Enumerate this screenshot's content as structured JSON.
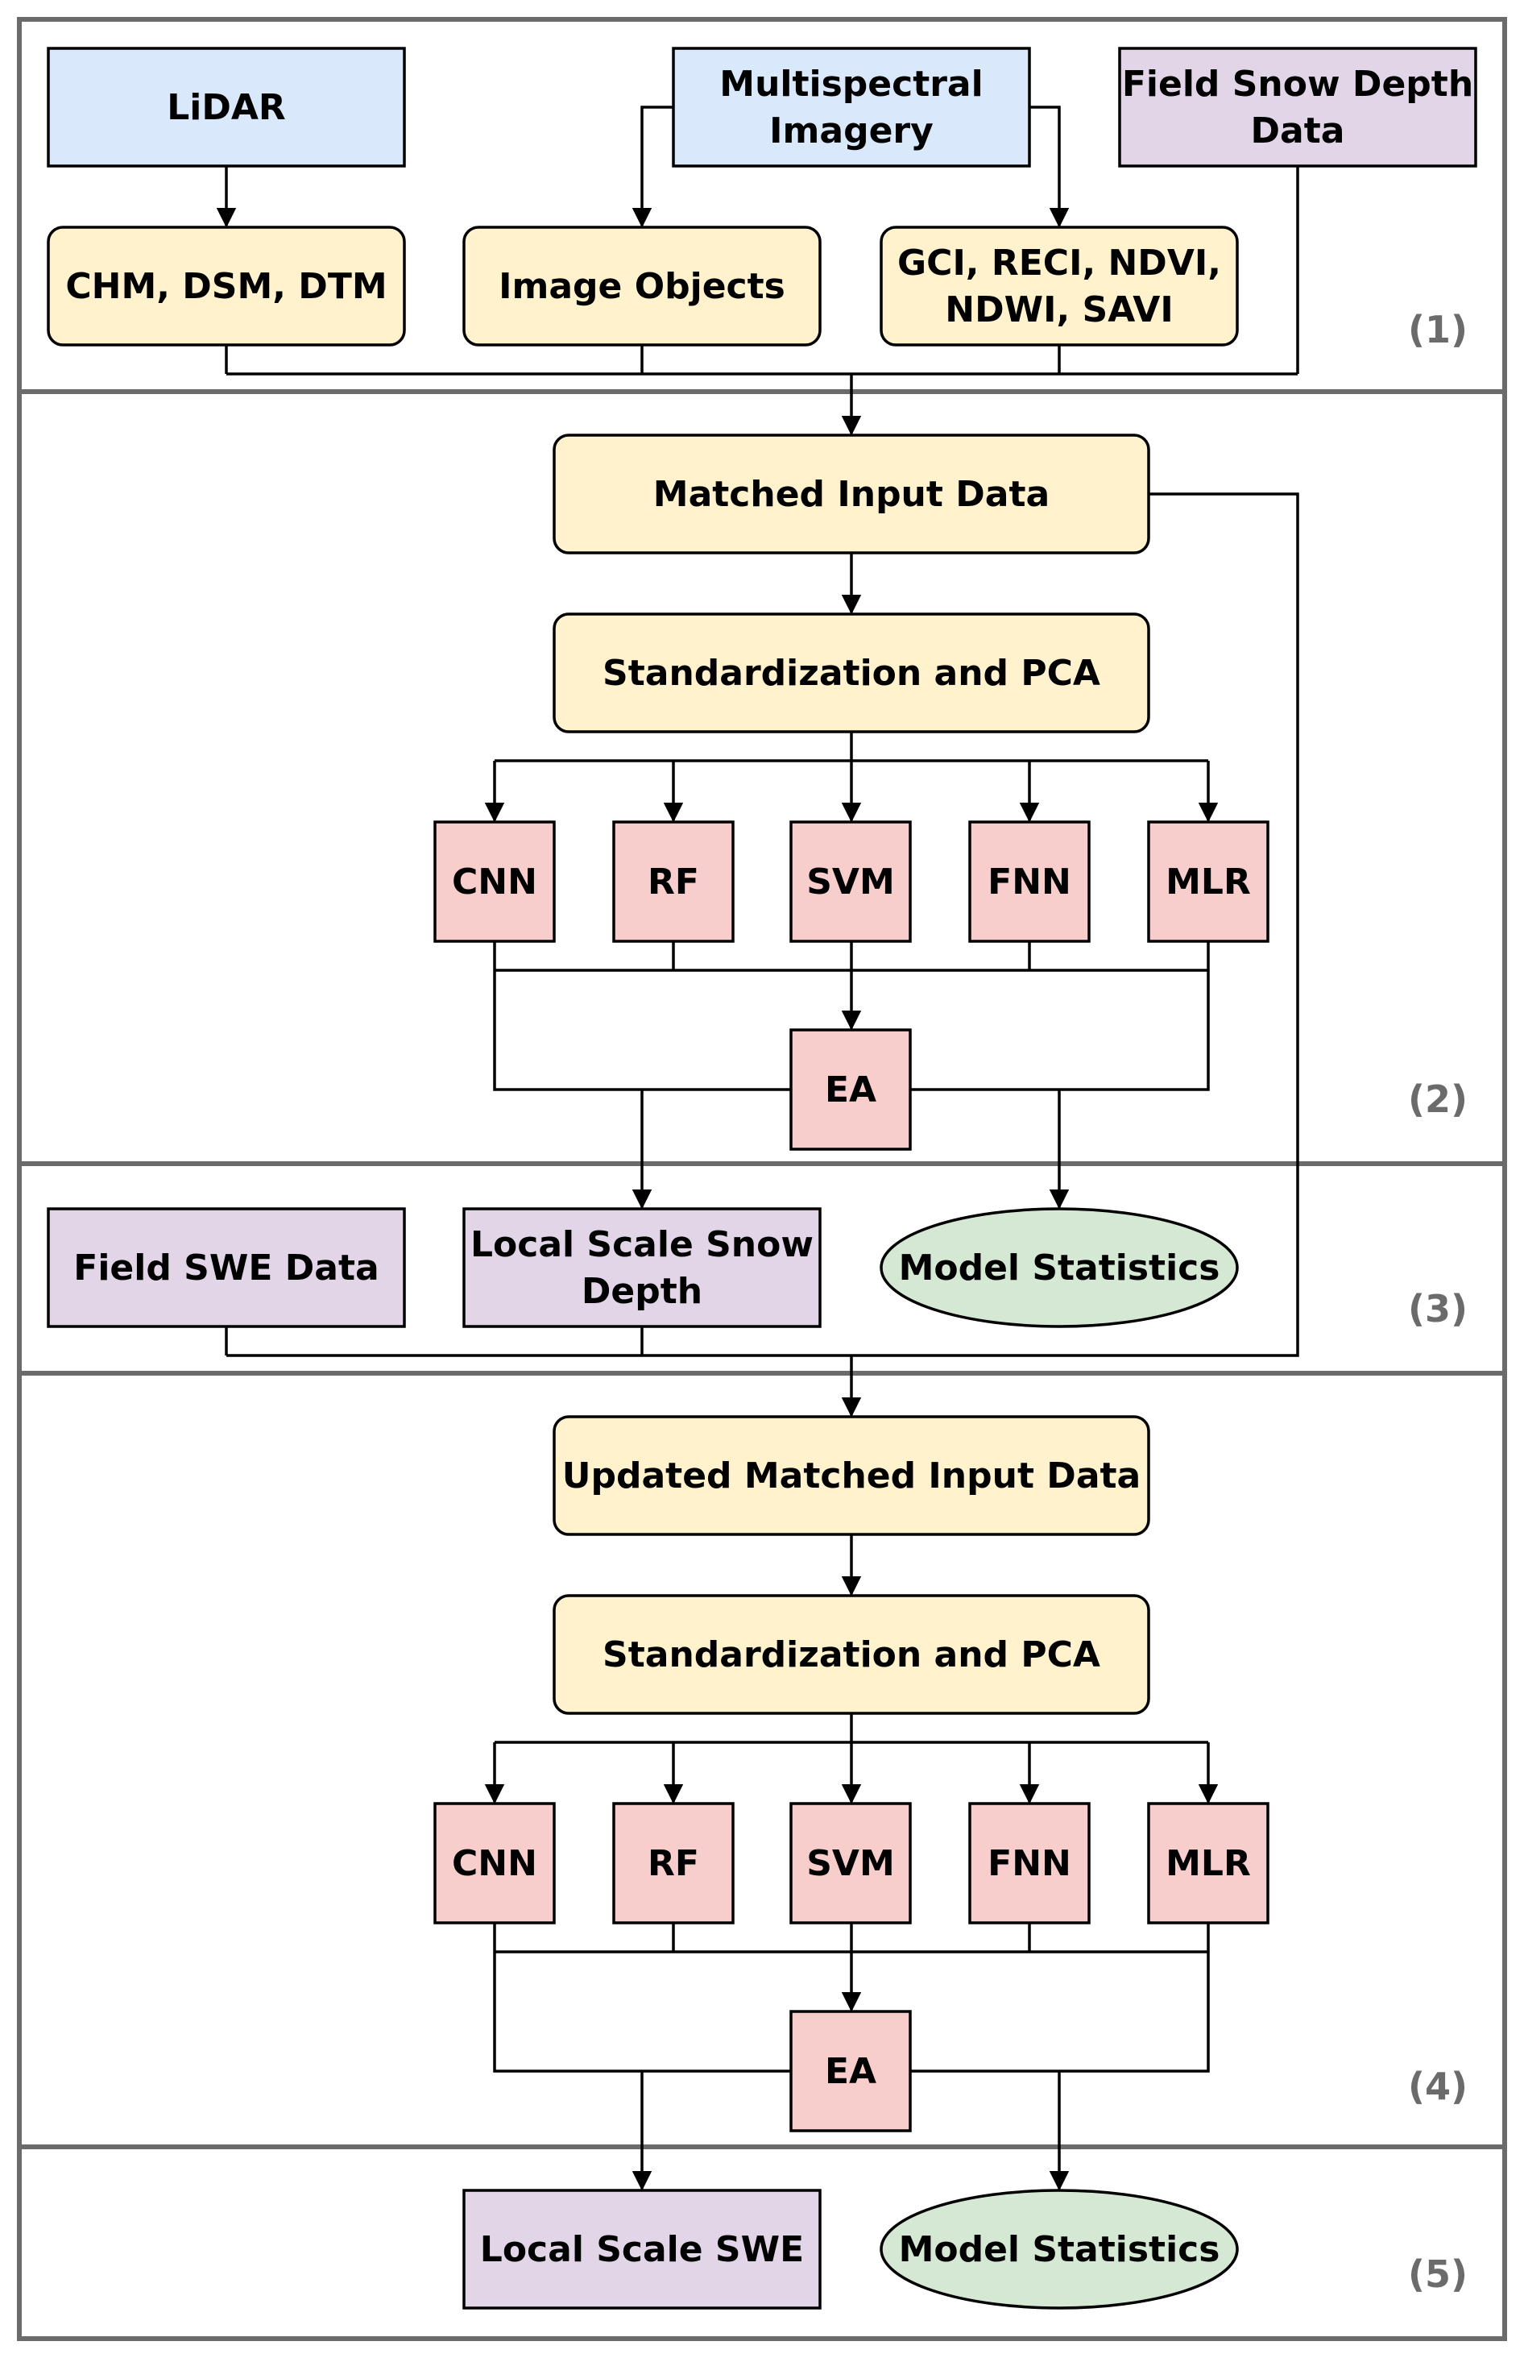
{
  "colors": {
    "blue": "#dae8fc",
    "purple": "#e1d5e7",
    "yellow": "#fff2cc",
    "red": "#f8cecc",
    "green": "#d5e8d4",
    "stage_label": "#6b6b6b",
    "border": "#6b6b6b"
  },
  "stages": [
    {
      "label": "(1)"
    },
    {
      "label": "(2)"
    },
    {
      "label": "(3)"
    },
    {
      "label": "(4)"
    },
    {
      "label": "(5)"
    }
  ],
  "nodes": {
    "lidar": [
      "LiDAR"
    ],
    "multispectral": [
      "Multispectral",
      "Imagery"
    ],
    "field_snow_depth": [
      "Field Snow Depth",
      "Data"
    ],
    "chm_dsm_dtm": [
      "CHM, DSM, DTM"
    ],
    "image_objects": [
      "Image Objects"
    ],
    "indices": [
      "GCI, RECI, NDVI,",
      "NDWI, SAVI"
    ],
    "matched_input": [
      "Matched Input Data"
    ],
    "std_pca_1": [
      "Standardization and PCA"
    ],
    "cnn_1": [
      "CNN"
    ],
    "rf_1": [
      "RF"
    ],
    "svm_1": [
      "SVM"
    ],
    "fnn_1": [
      "FNN"
    ],
    "mlr_1": [
      "MLR"
    ],
    "ea_1": [
      "EA"
    ],
    "field_swe": [
      "Field SWE Data"
    ],
    "local_snow_depth": [
      "Local Scale Snow",
      "Depth"
    ],
    "model_stats_1": [
      "Model Statistics"
    ],
    "updated_matched_input": [
      "Updated Matched Input Data"
    ],
    "std_pca_2": [
      "Standardization and PCA"
    ],
    "cnn_2": [
      "CNN"
    ],
    "rf_2": [
      "RF"
    ],
    "svm_2": [
      "SVM"
    ],
    "fnn_2": [
      "FNN"
    ],
    "mlr_2": [
      "MLR"
    ],
    "ea_2": [
      "EA"
    ],
    "local_swe": [
      "Local Scale SWE"
    ],
    "model_stats_2": [
      "Model Statistics"
    ]
  }
}
